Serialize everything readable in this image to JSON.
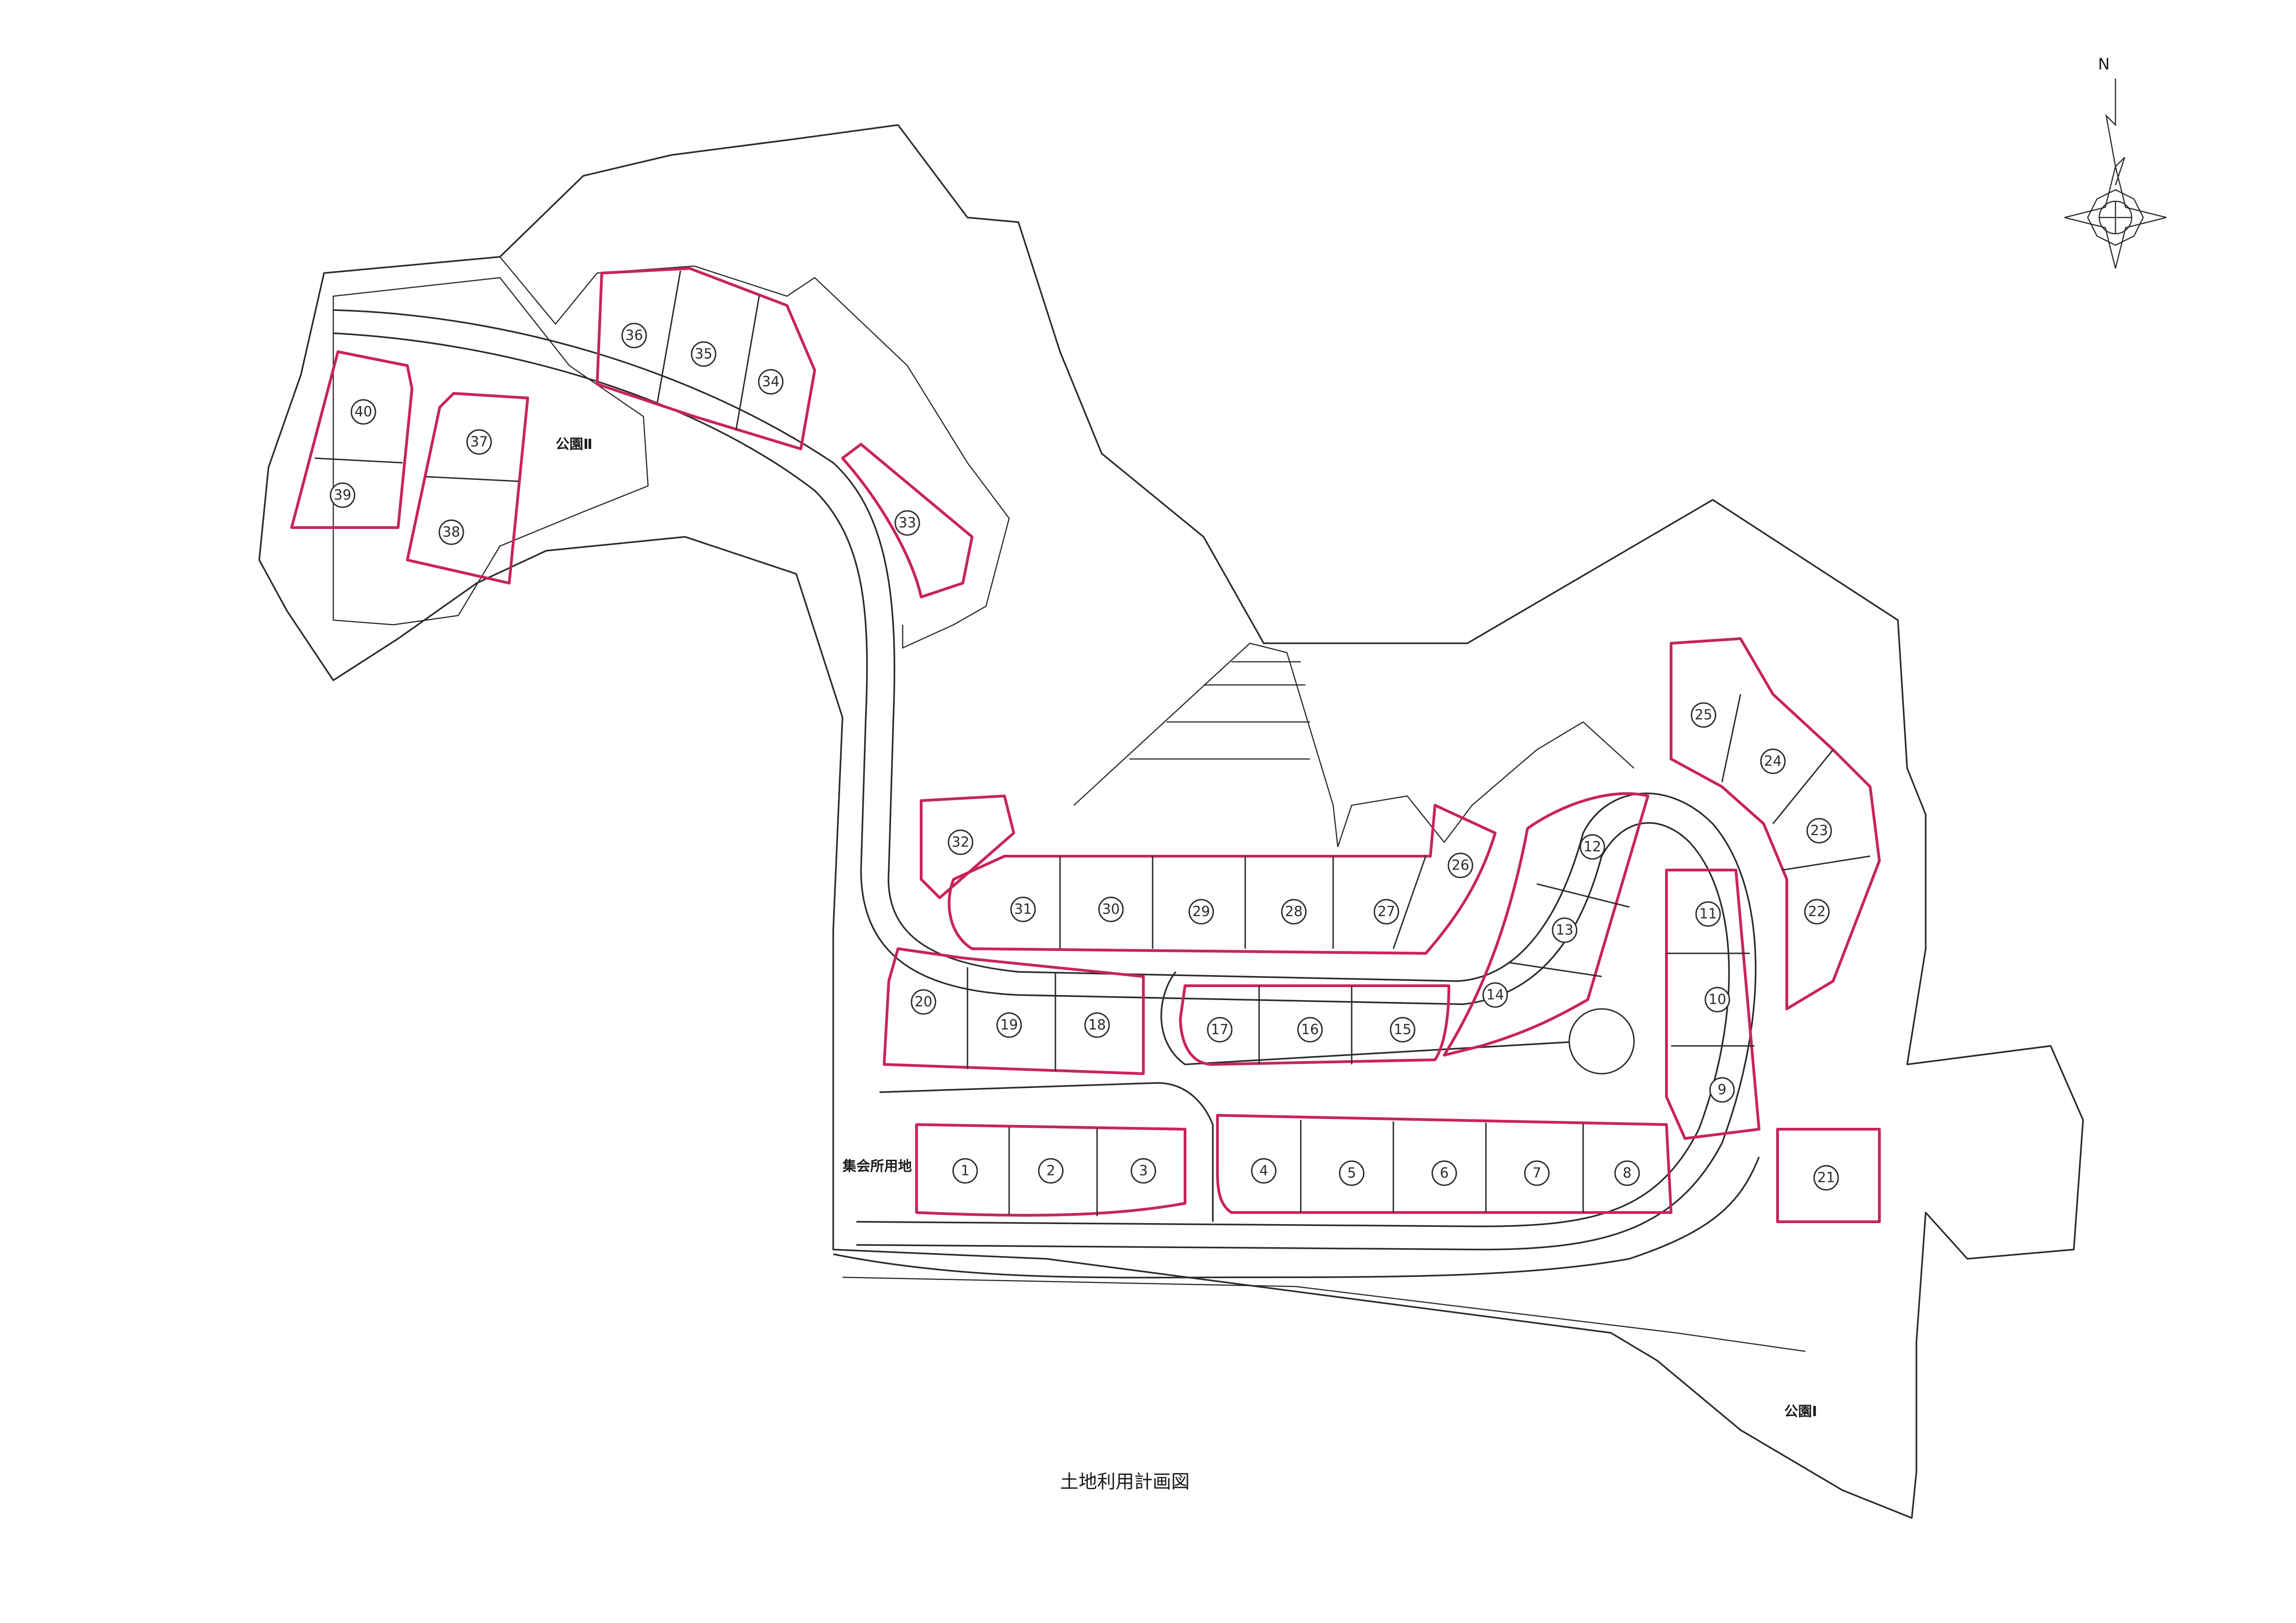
{
  "map": {
    "title": "土地利用計画図",
    "north_label": "N",
    "labels": {
      "park_2": "公園Ⅱ",
      "park_1": "公園Ⅰ",
      "meeting_hall": "集会所用地"
    },
    "lot_color": "#c8245a",
    "line_color": "#2b2b2b",
    "lots": [
      "1",
      "2",
      "3",
      "4",
      "5",
      "6",
      "7",
      "8",
      "9",
      "10",
      "11",
      "12",
      "13",
      "14",
      "15",
      "16",
      "17",
      "18",
      "19",
      "20",
      "21",
      "22",
      "23",
      "24",
      "25",
      "26",
      "27",
      "28",
      "29",
      "30",
      "31",
      "32",
      "33",
      "34",
      "35",
      "36",
      "37",
      "38",
      "39",
      "40"
    ]
  }
}
